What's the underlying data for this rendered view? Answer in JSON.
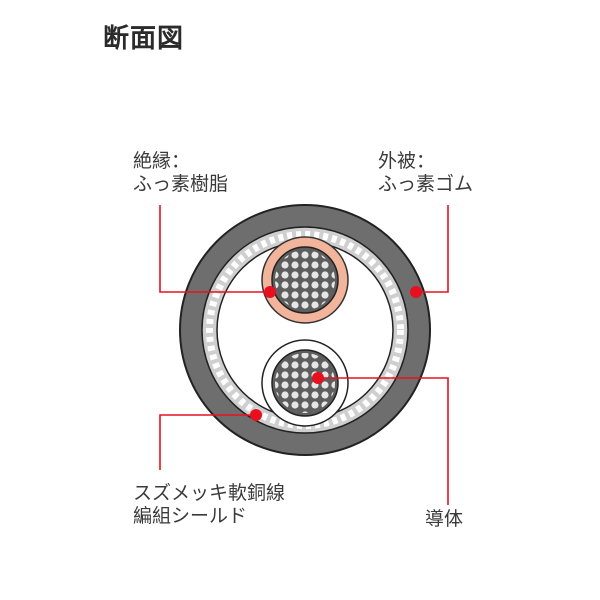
{
  "title": "断面図",
  "labels": {
    "insulation": {
      "line1": "絶縁：",
      "line2": "ふっ素樹脂"
    },
    "jacket": {
      "line1": "外被：",
      "line2": "ふっ素ゴム"
    },
    "shield": {
      "line1": "スズメッキ軟銅線",
      "line2": "編組シールド"
    },
    "conductor": {
      "line1": "導体"
    }
  },
  "colors": {
    "jacket": "#6e6e6e",
    "outline": "#222222",
    "shield_band": "#cfcfcf",
    "shield_dots": "#ffffff",
    "insulation": "#f2b49a",
    "strands_bg": "#5e5e5e",
    "strand": "#e6e6e6",
    "leader": "#e8101e"
  }
}
